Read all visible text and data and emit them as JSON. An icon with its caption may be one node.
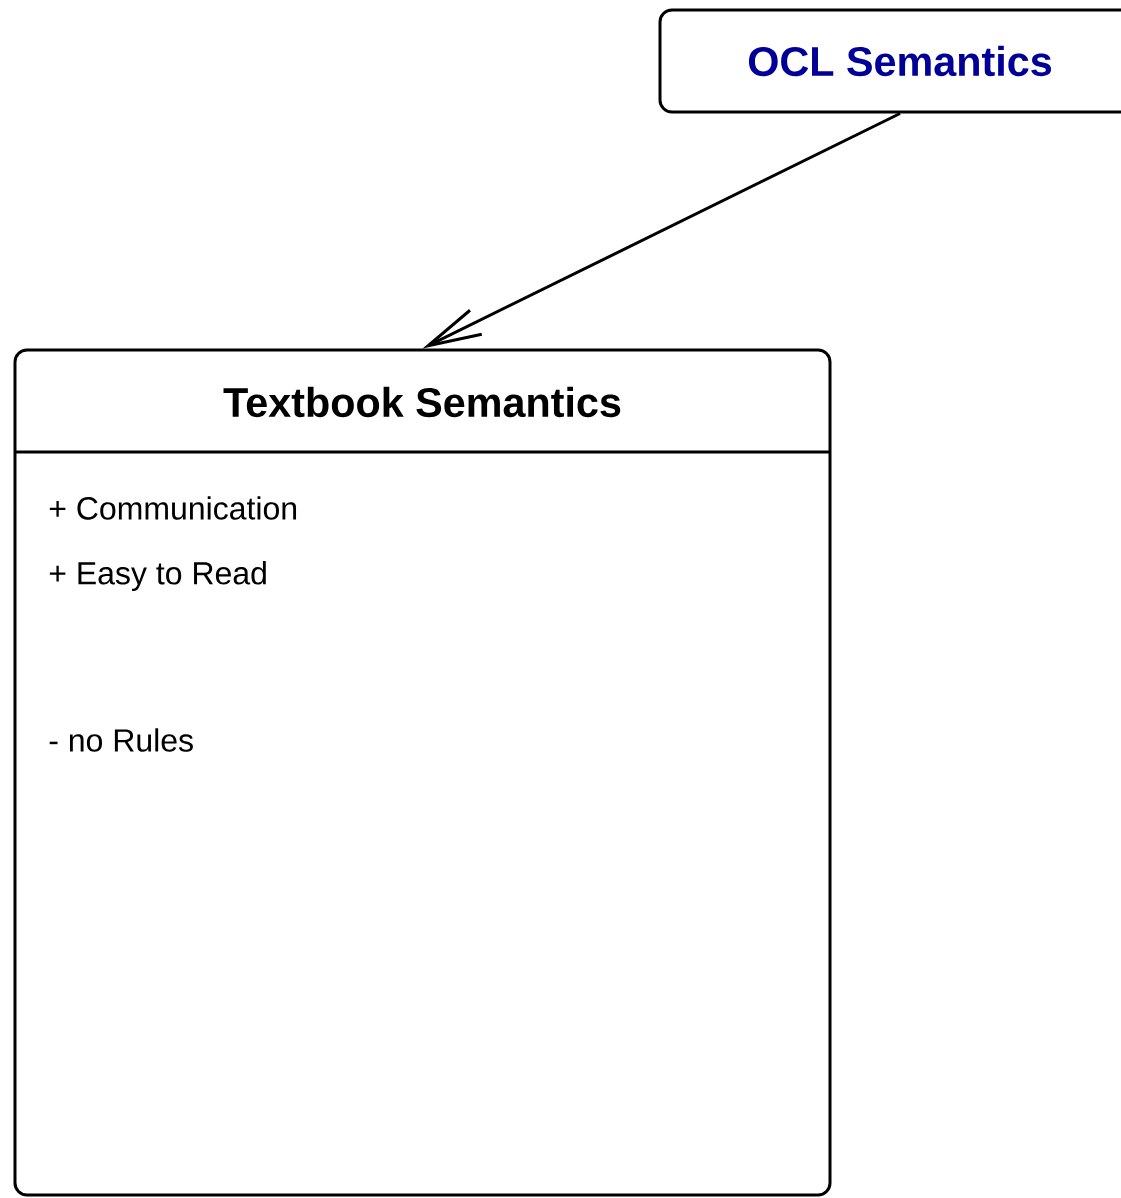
{
  "diagram": {
    "nodes": [
      {
        "text": [
          "OCL Semantics"
        ]
      },
      {
        "text": [
          "Textbook Semantics",
          "+ Communication",
          "+ Easy to Read",
          "- no Rules"
        ]
      }
    ],
    "edges": [
      {
        "from": 0,
        "to": 1,
        "arrow": "to"
      }
    ]
  }
}
